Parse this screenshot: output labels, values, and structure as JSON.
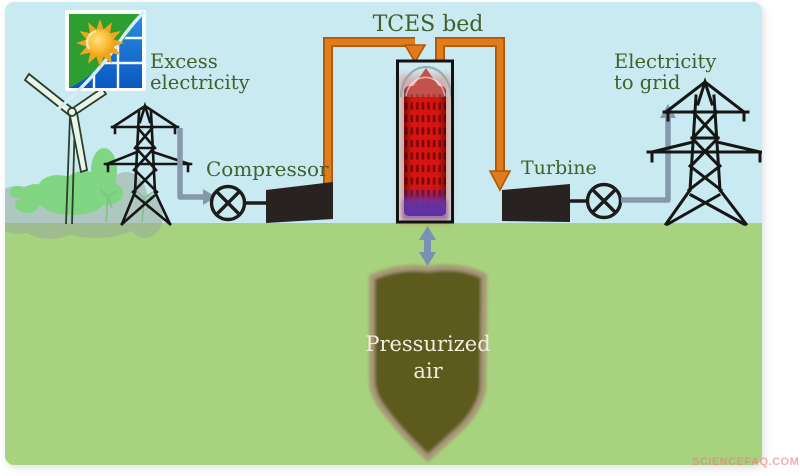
{
  "page": {
    "background": "#ffffff",
    "watermark": "SCIENCEFAQ.COM"
  },
  "diagram": {
    "type": "process-flow-illustration",
    "labels": {
      "excess_electricity": "Excess\nelectricity",
      "tces_bed": "TCES bed",
      "compressor": "Compressor",
      "turbine": "Turbine",
      "electricity_to_grid": "Electricity\nto grid",
      "pressurized_air": "Pressurized\nair"
    },
    "connections": [
      {
        "from": "renewables-grid-tower",
        "to": "compressor-motor",
        "style": "gray-arrow"
      },
      {
        "from": "compressor",
        "to": "tces-bed-top",
        "style": "orange-pipe"
      },
      {
        "from": "tces-bed-top",
        "to": "turbine",
        "style": "orange-pipe"
      },
      {
        "from": "turbine-generator",
        "to": "grid-tower",
        "style": "gray-arrow"
      },
      {
        "from": "tces-bed-bottom",
        "to": "pressurized-air-cavern",
        "style": "blue-double-arrow"
      }
    ],
    "colors": {
      "sky": "#c9eaf0",
      "ground": "#a8d37e",
      "pipe_orange": "#e07b1e",
      "pipe_orange_dark": "#b05708",
      "arrow_gray": "#8699aa",
      "air_arrow_blue": "#7a90b4",
      "cavern_fill": "#5c5a1e",
      "cavern_edge": "#a89877",
      "bed_red": "#d41510",
      "bed_red_dark": "#7f0707",
      "bed_purple": "#5a2ea8",
      "label_green": "#41602e",
      "label_cream": "#f2eedd",
      "machine_black": "#282220"
    },
    "icons": [
      "solar-panel-sun-icon",
      "wind-turbine-icon",
      "transmission-tower-icon",
      "motor-symbol-icon",
      "generator-symbol-icon",
      "packed-bed-icon",
      "cavern-icon"
    ]
  }
}
